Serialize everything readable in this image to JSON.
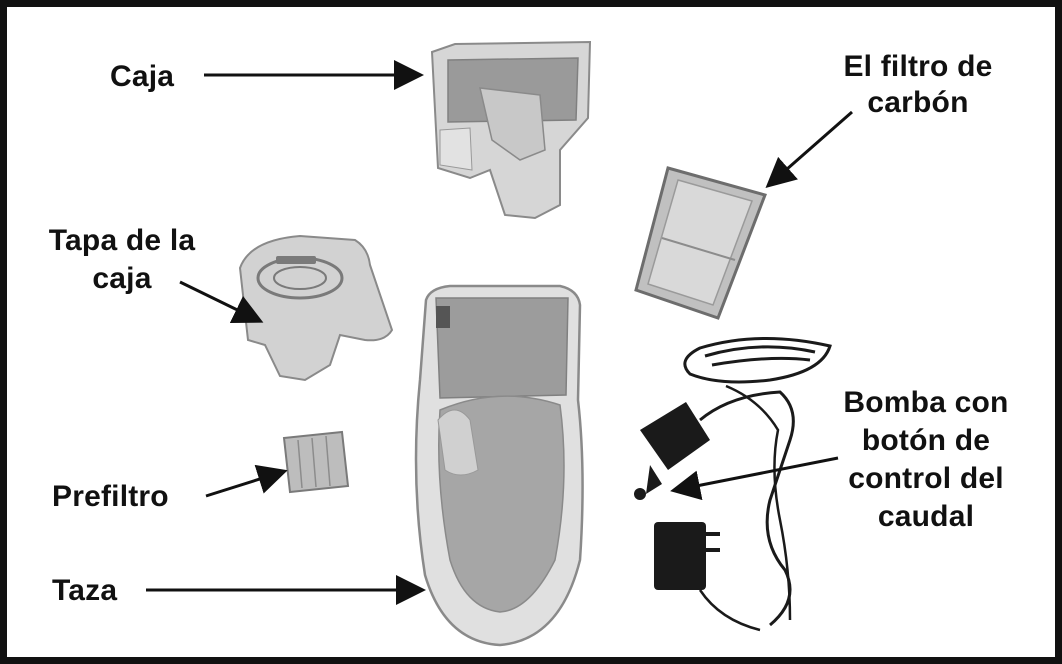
{
  "labels": {
    "caja": "Caja",
    "filtro_line1": "El filtro de",
    "filtro_line2": "carbón",
    "tapa_line1": "Tapa de la",
    "tapa_line2": "caja",
    "prefiltro": "Prefiltro",
    "bomba_line1": "Bomba con",
    "bomba_line2": "botón de",
    "bomba_line3": "control del",
    "bomba_line4": "caudal",
    "taza": "Taza"
  },
  "colors": {
    "border": "#111111",
    "text": "#111111",
    "part_light": "#d6d6d6",
    "part_mid": "#b8b8b8",
    "part_dark": "#7a7a7a",
    "cable": "#1a1a1a"
  }
}
